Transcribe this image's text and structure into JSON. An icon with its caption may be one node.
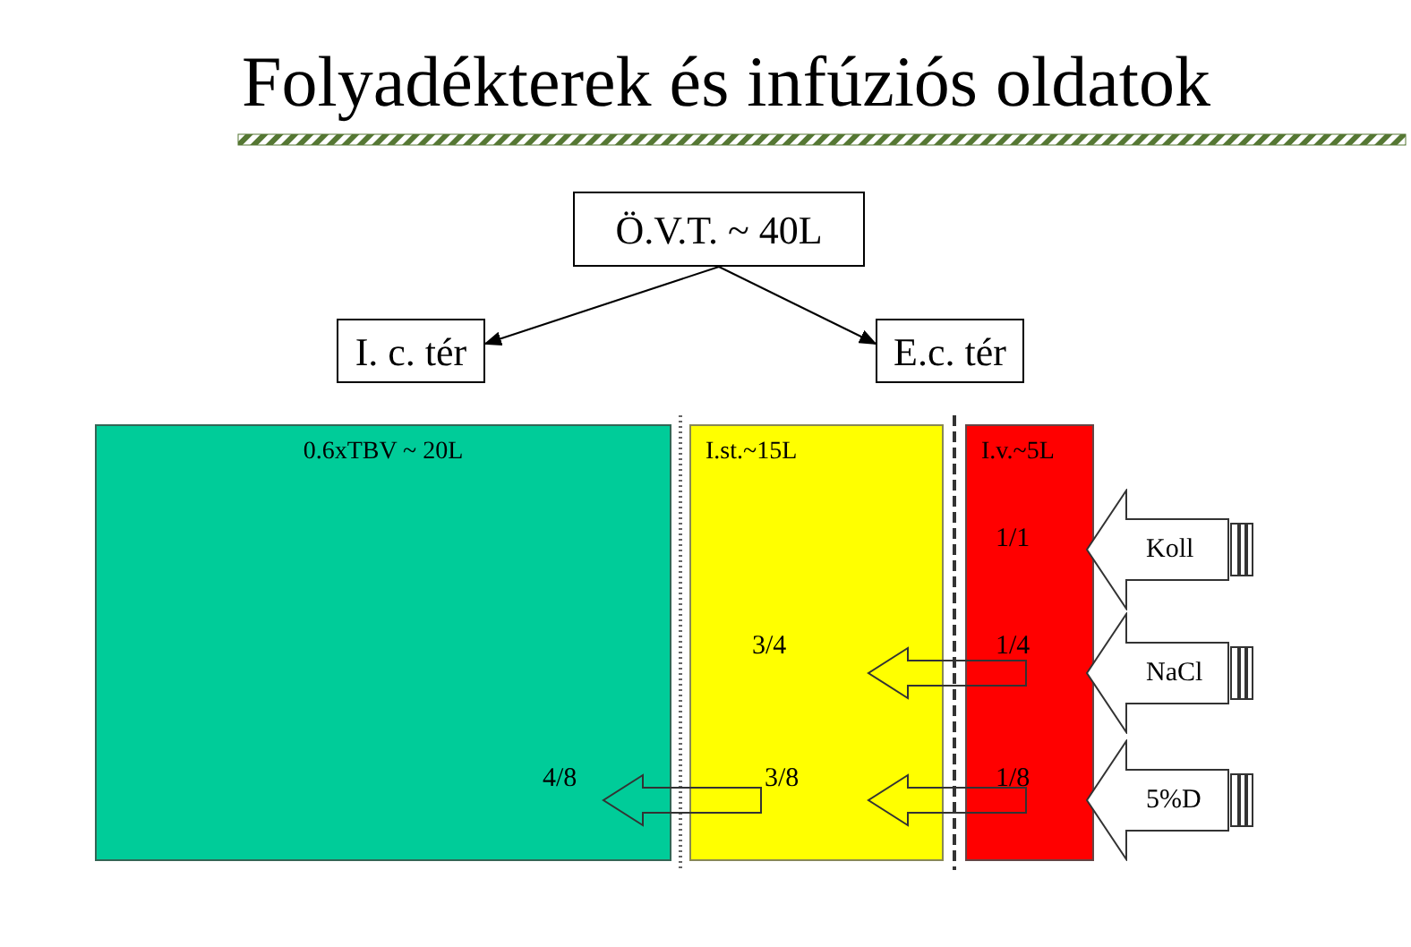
{
  "diagram": {
    "title": "Folyadékterek és infúziós oldatok",
    "nodes": [
      {
        "text": [
          "Ö.V.T. ~ 40L"
        ]
      },
      {
        "text": [
          "I. c. tér"
        ]
      },
      {
        "text": [
          "E.c. tér"
        ]
      },
      {
        "text": [
          "0.6xTBV ~ 20L"
        ]
      },
      {
        "text": [
          "I.st.~15L"
        ]
      },
      {
        "text": [
          "I.v.~5L"
        ]
      },
      {
        "text": [
          "Koll"
        ]
      },
      {
        "text": [
          "NaCl"
        ]
      },
      {
        "text": [
          "5%D"
        ]
      }
    ],
    "edges": [
      {
        "from": 0,
        "to": 1,
        "arrow": "to"
      },
      {
        "from": 0,
        "to": 2,
        "arrow": "to"
      },
      {
        "from": 5,
        "to": 4,
        "arrow": "to"
      },
      {
        "from": 5,
        "to": 4,
        "arrow": "to"
      },
      {
        "from": 4,
        "to": 3,
        "arrow": "to"
      }
    ],
    "labels": [
      "1/1",
      "3/4",
      "1/4",
      "4/8",
      "3/8",
      "1/8"
    ]
  }
}
